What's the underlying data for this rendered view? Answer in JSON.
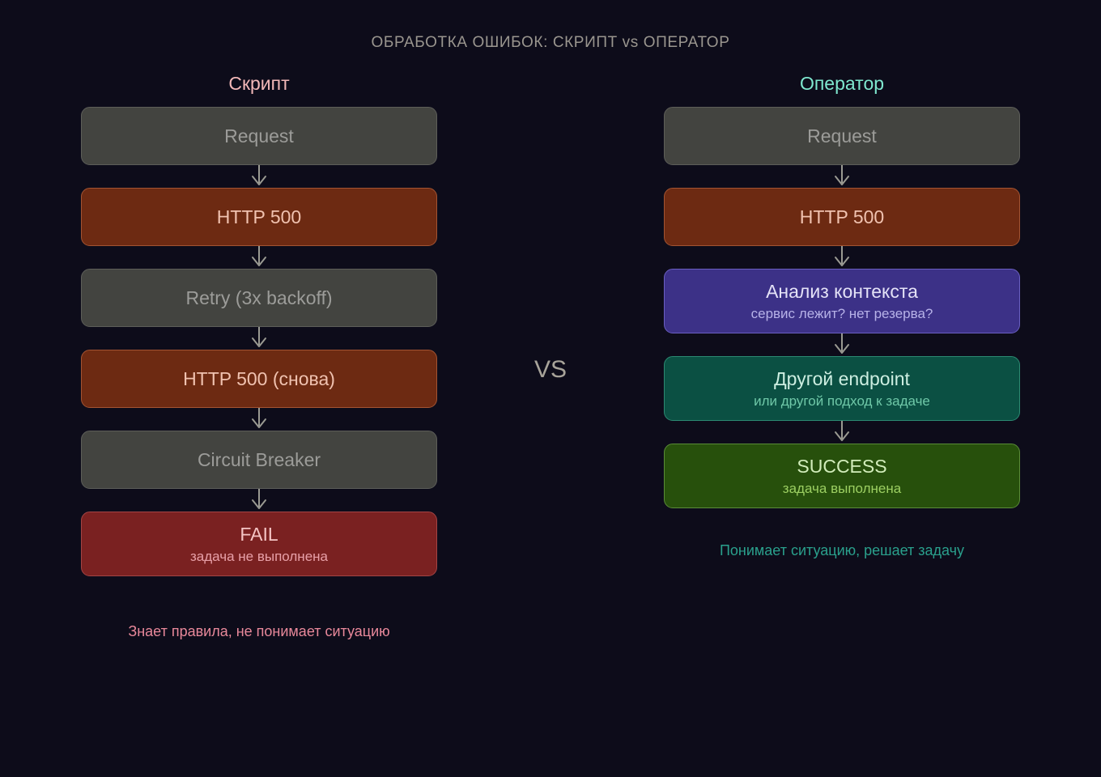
{
  "title": "ОБРАБОТКА ОШИБОК: СКРИПТ vs ОПЕРАТОР",
  "vs_label": "VS",
  "colors": {
    "background": "#0d0c1a",
    "title": "#9a968f",
    "neutral_box": "#434440",
    "error_box": "#6d2a12",
    "fail_box": "#7a2121",
    "think_box": "#3c3187",
    "action_box": "#0b5043",
    "success_box": "#27500c",
    "script_header": "#f2b8b8",
    "operator_header": "#7fe8cf",
    "left_caption": "#e8889a",
    "right_caption": "#2aa08c",
    "arrow": "#9a9a92"
  },
  "left_column": {
    "header": "Скрипт",
    "caption": "Знает правила, не понимает ситуацию",
    "nodes": [
      {
        "title": "Request",
        "sub": "",
        "variant": "neutral"
      },
      {
        "title": "HTTP 500",
        "sub": "",
        "variant": "error"
      },
      {
        "title": "Retry (3x backoff)",
        "sub": "",
        "variant": "neutral"
      },
      {
        "title": "HTTP 500 (снова)",
        "sub": "",
        "variant": "error"
      },
      {
        "title": "Circuit Breaker",
        "sub": "",
        "variant": "neutral"
      },
      {
        "title": "FAIL",
        "sub": "задача не выполнена",
        "variant": "fail"
      }
    ]
  },
  "right_column": {
    "header": "Оператор",
    "caption": "Понимает ситуацию, решает задачу",
    "nodes": [
      {
        "title": "Request",
        "sub": "",
        "variant": "neutral"
      },
      {
        "title": "HTTP 500",
        "sub": "",
        "variant": "error"
      },
      {
        "title": "Анализ контекста",
        "sub": "сервис лежит? нет резерва?",
        "variant": "think"
      },
      {
        "title": "Другой endpoint",
        "sub": "или другой подход к задаче",
        "variant": "action"
      },
      {
        "title": "SUCCESS",
        "sub": "задача выполнена",
        "variant": "success"
      }
    ]
  }
}
